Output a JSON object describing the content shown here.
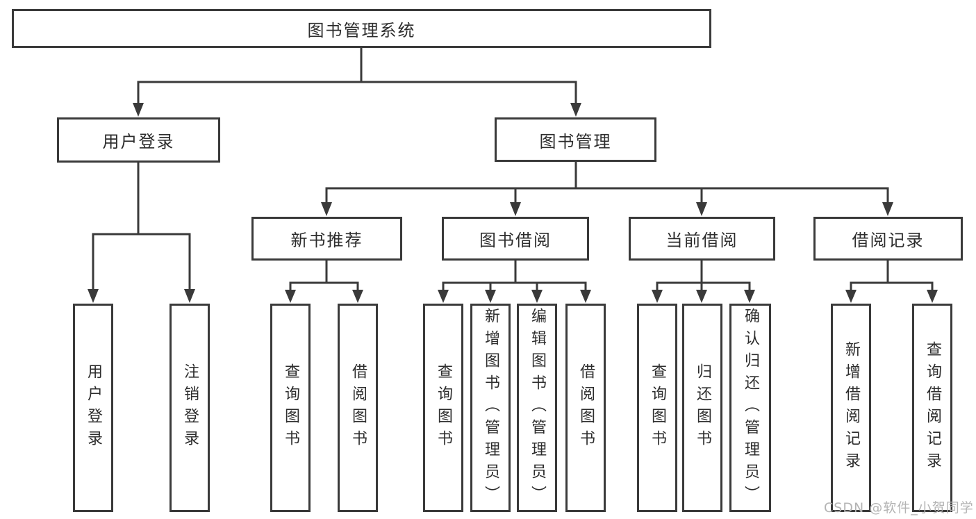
{
  "tree": {
    "label": "图书管理系统",
    "children": [
      {
        "label": "用户登录",
        "children": [
          {
            "label": "用户登录"
          },
          {
            "label": "注销登录"
          }
        ]
      },
      {
        "label": "图书管理",
        "children": [
          {
            "label": "新书推荐",
            "children": [
              {
                "label": "查询图书"
              },
              {
                "label": "借阅图书"
              }
            ]
          },
          {
            "label": "图书借阅",
            "children": [
              {
                "label": "查询图书"
              },
              {
                "label": "新增图书（管理员）"
              },
              {
                "label": "编辑图书（管理员）"
              },
              {
                "label": "借阅图书"
              }
            ]
          },
          {
            "label": "当前借阅",
            "children": [
              {
                "label": "查询图书"
              },
              {
                "label": "归还图书"
              },
              {
                "label": "确认归还（管理员）"
              }
            ]
          },
          {
            "label": "借阅记录",
            "children": [
              {
                "label": "新增借阅记录"
              },
              {
                "label": "查询借阅记录"
              }
            ]
          }
        ]
      }
    ]
  },
  "watermark": {
    "text": "CSDN @软件_小贺同学"
  },
  "colors": {
    "line": "#3a3a3a",
    "text": "#2d2d2d",
    "watermark": "#b4b4b4",
    "background": "#ffffff"
  }
}
